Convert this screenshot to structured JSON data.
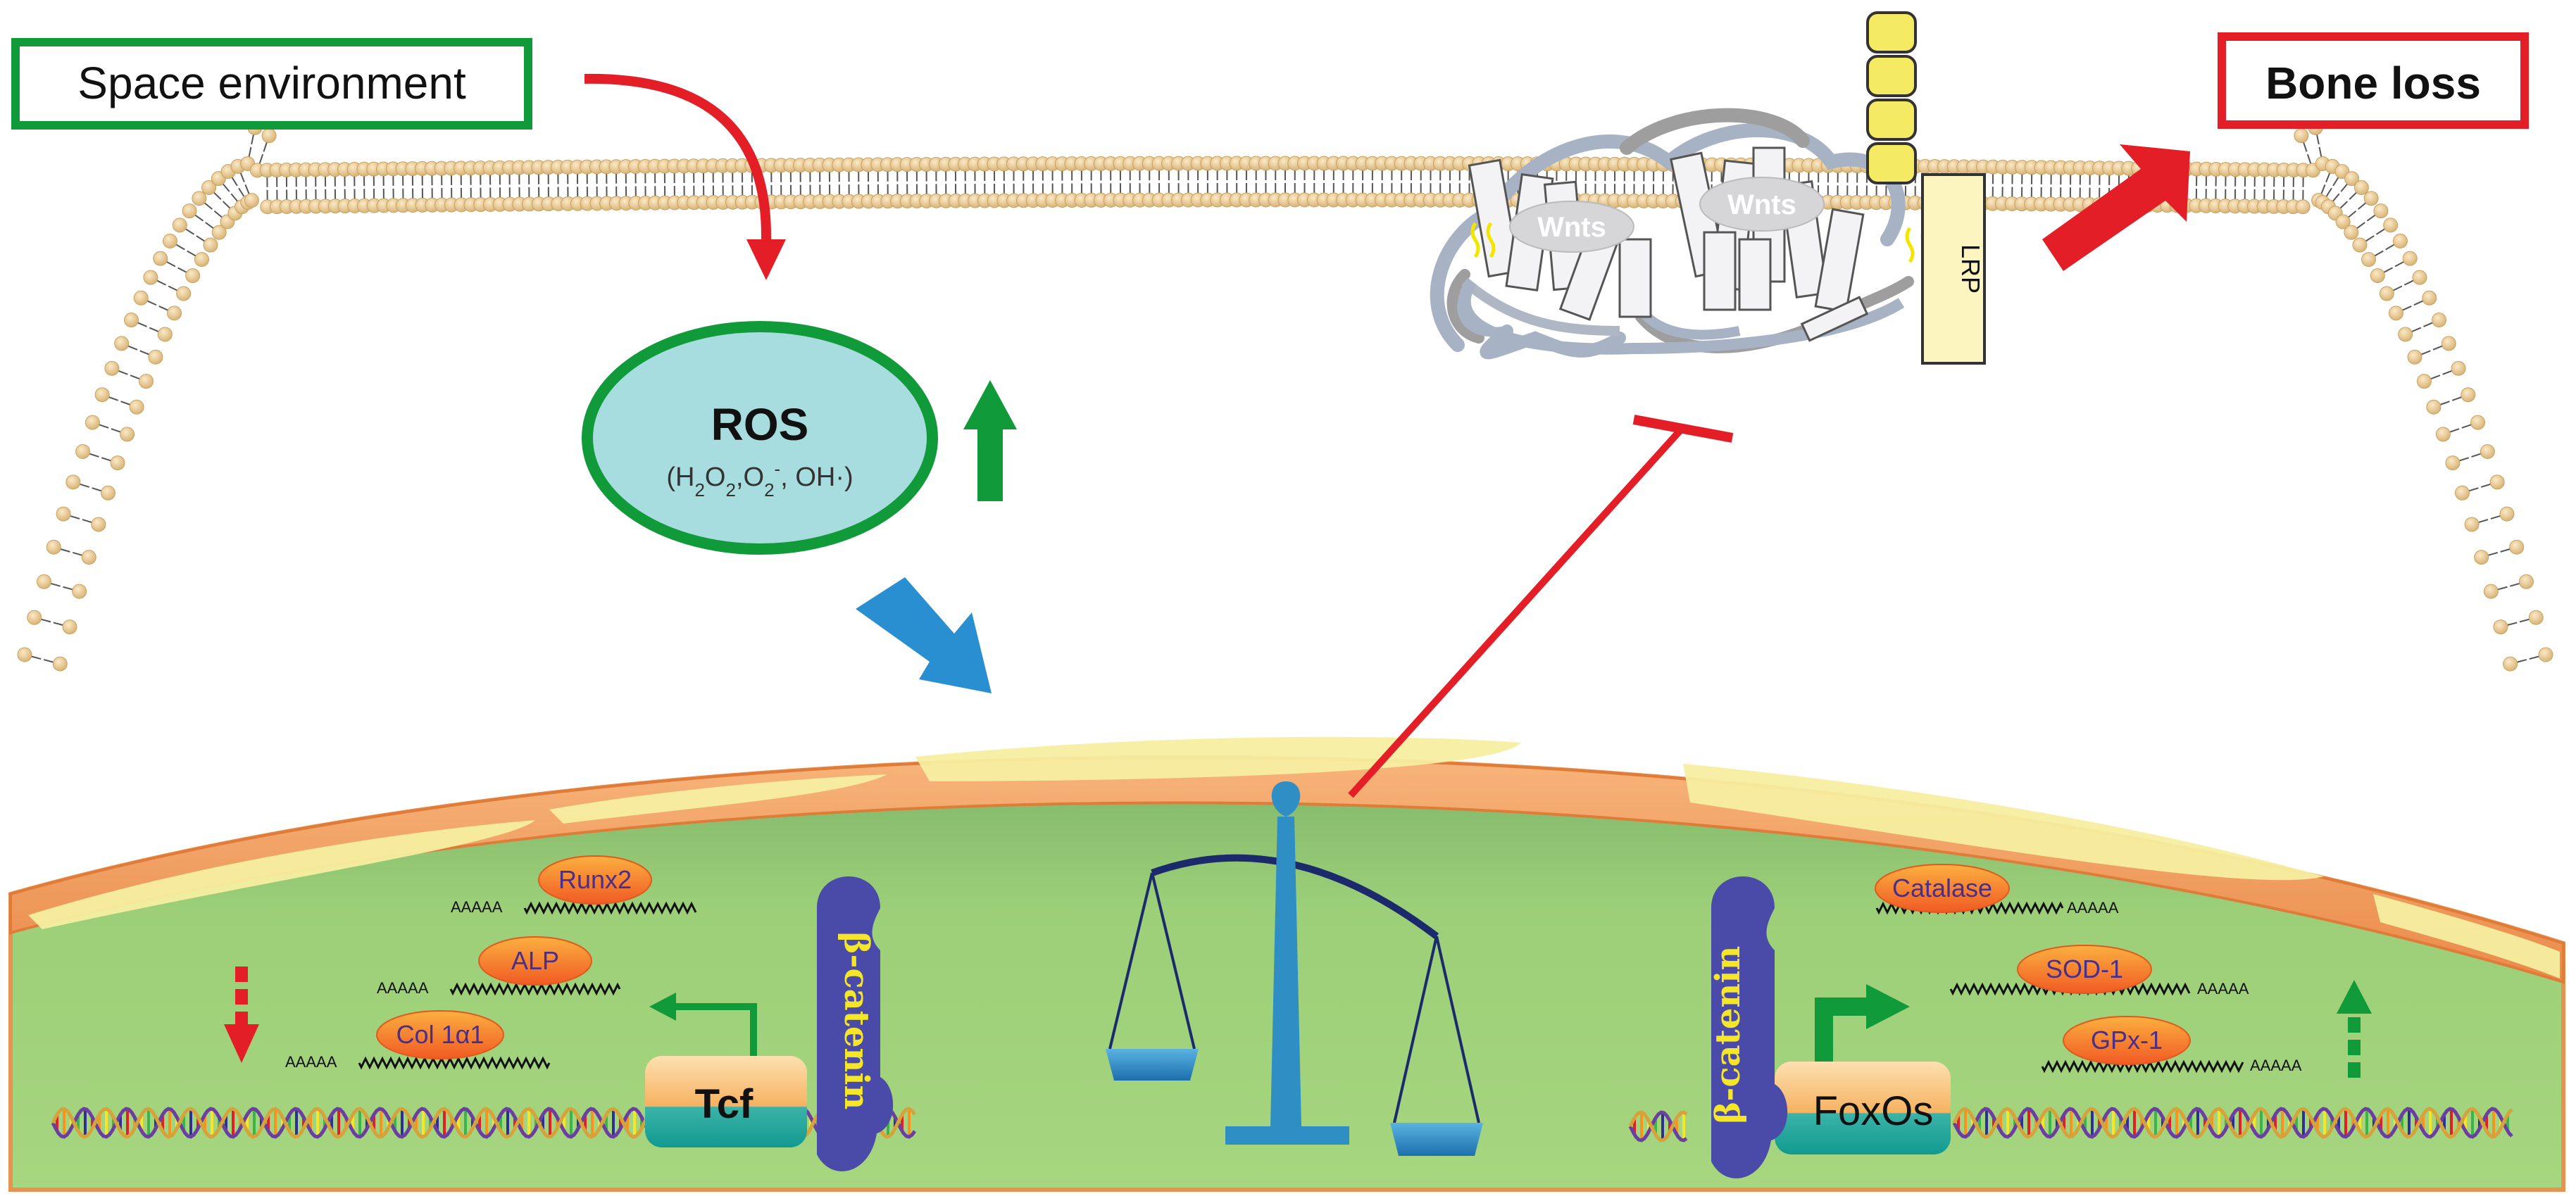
{
  "boxes": {
    "space_environment": "Space environment",
    "bone_loss": "Bone loss"
  },
  "ros": {
    "title": "ROS",
    "formula_parts": [
      "(H",
      "2",
      "O",
      "2",
      ",O",
      "2",
      "-",
      ", OH·)"
    ]
  },
  "receptor": {
    "wnts_left": "Wnts",
    "wnts_right": "Wnts",
    "lrp": "LRP"
  },
  "left_pathway": {
    "genes": [
      "Runx2",
      "ALP",
      "Col 1α1"
    ],
    "polya": "AAAAA",
    "tcf": "Tcf",
    "beta_catenin": "β-catenin"
  },
  "right_pathway": {
    "genes": [
      "Catalase",
      "SOD-1",
      "GPx-1"
    ],
    "polya": "AAAAA",
    "foxos": "FoxOs",
    "beta_catenin": "β-catenin"
  },
  "colors": {
    "green_frame": "#109a3a",
    "red": "#e41e26",
    "ros_fill": "#a8dde0",
    "blue_arrow": "#2a8fd0",
    "cell_green": "#9fd07a",
    "membrane_orange": "#f0a463",
    "beta_catenin": "#4a4aa8",
    "gene_ellipse": "#f37021",
    "scale_blue": "#2f8fc4",
    "scale_navy": "#1b2a6b"
  }
}
